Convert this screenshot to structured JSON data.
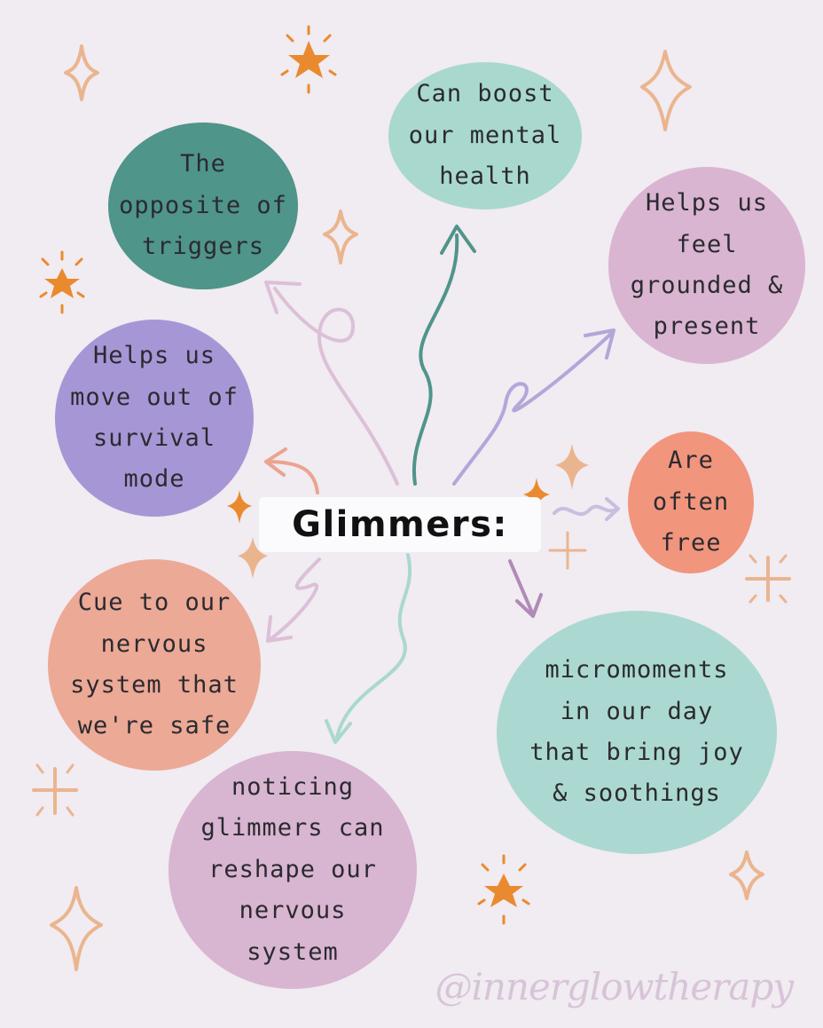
{
  "title": "Glimmers:",
  "bubbles": [
    {
      "id": "opposite-triggers",
      "text": "The\nopposite of\ntriggers",
      "color": "#4f9589"
    },
    {
      "id": "mental-health",
      "text": "Can boost\nour mental\nhealth",
      "color": "#a9d8cf"
    },
    {
      "id": "grounded",
      "text": "Helps us\nfeel\ngrounded &\npresent",
      "color": "#d9b5d1"
    },
    {
      "id": "survival-mode",
      "text": "Helps us\nmove out of\nsurvival\nmode",
      "color": "#a796d6"
    },
    {
      "id": "often-free",
      "text": "Are\noften\nfree",
      "color": "#f1957d"
    },
    {
      "id": "nervous-safe",
      "text": "Cue to our\nnervous\nsystem that\nwe're safe",
      "color": "#eca995"
    },
    {
      "id": "micromoments",
      "text": "micromoments\nin our day\nthat bring joy\n& soothings",
      "color": "#abd9d1"
    },
    {
      "id": "reshape",
      "text": "noticing\nglimmers can\nreshape our\nnervous\nsystem",
      "color": "#d8b5d1"
    }
  ],
  "handle": "@innerglowtherapy",
  "colors": {
    "background": "#f1ebf2",
    "star_orange": "#ea8a2e",
    "sparkle_peach": "#eab58e"
  }
}
